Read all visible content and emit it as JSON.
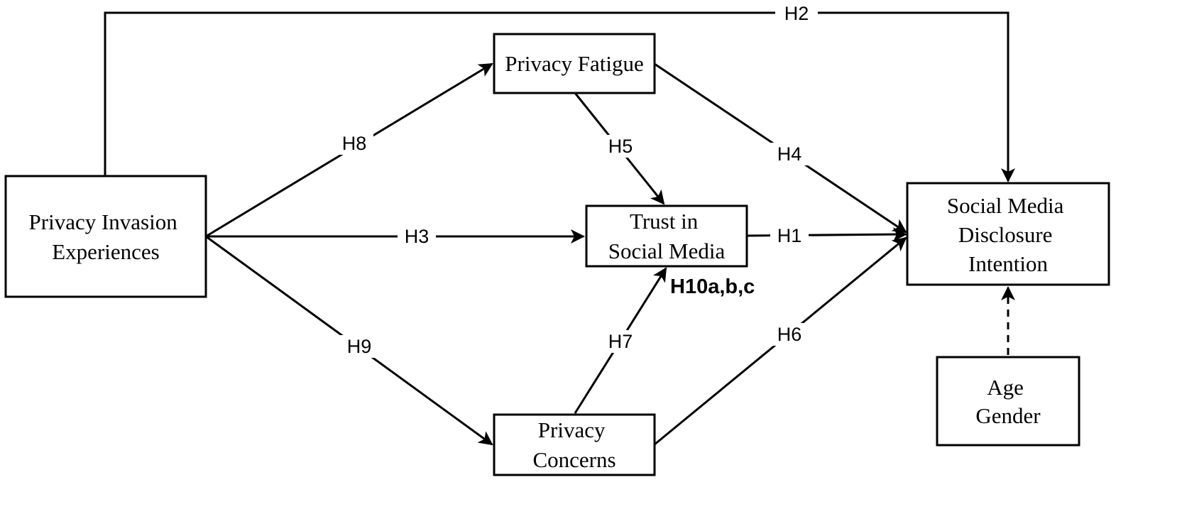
{
  "nodes": {
    "privacy_invasion": {
      "lines": [
        "Privacy Invasion",
        "Experiences"
      ]
    },
    "privacy_fatigue": {
      "lines": [
        "Privacy Fatigue"
      ]
    },
    "trust": {
      "lines": [
        "Trust in",
        "Social Media"
      ]
    },
    "privacy_concerns": {
      "lines": [
        "Privacy",
        "Concerns"
      ]
    },
    "disclosure": {
      "lines": [
        "Social Media",
        "Disclosure",
        "Intention"
      ]
    },
    "controls": {
      "lines": [
        "Age",
        "Gender"
      ]
    }
  },
  "edges": {
    "h1": {
      "label": "H1",
      "from": "Trust in Social Media",
      "to": "Social Media Disclosure Intention"
    },
    "h2": {
      "label": "H2",
      "from": "Privacy Invasion Experiences",
      "to": "Social Media Disclosure Intention"
    },
    "h3": {
      "label": "H3",
      "from": "Privacy Invasion Experiences",
      "to": "Trust in Social Media"
    },
    "h4": {
      "label": "H4",
      "from": "Privacy Fatigue",
      "to": "Social Media Disclosure Intention"
    },
    "h5": {
      "label": "H5",
      "from": "Privacy Fatigue",
      "to": "Trust in Social Media"
    },
    "h6": {
      "label": "H6",
      "from": "Privacy Concerns",
      "to": "Social Media Disclosure Intention"
    },
    "h7": {
      "label": "H7",
      "from": "Privacy Concerns",
      "to": "Trust in Social Media"
    },
    "h8": {
      "label": "H8",
      "from": "Privacy Invasion Experiences",
      "to": "Privacy Fatigue"
    },
    "h9": {
      "label": "H9",
      "from": "Privacy Invasion Experiences",
      "to": "Privacy Concerns"
    },
    "controls": {
      "label": "",
      "from": "Age, Gender",
      "to": "Social Media Disclosure Intention",
      "style": "dashed"
    }
  },
  "notes": {
    "mediation": "H10a,b,c"
  }
}
